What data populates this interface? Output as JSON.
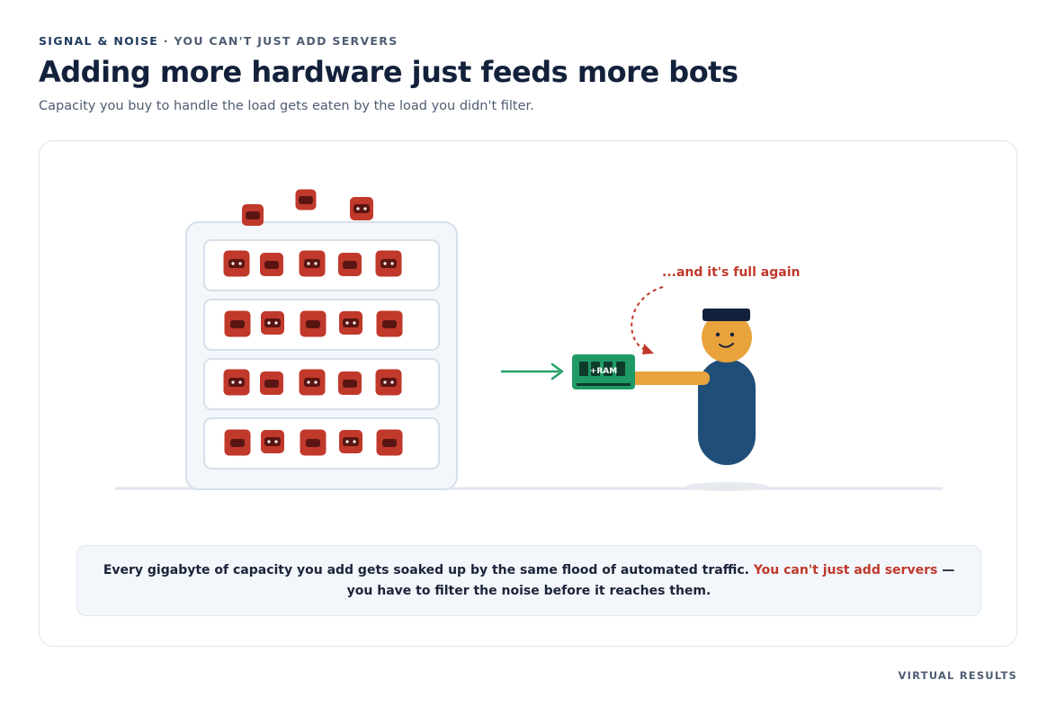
{
  "header": {
    "eyebrow_primary": "SIGNAL & NOISE",
    "eyebrow_separator": "·",
    "eyebrow_secondary": "YOU CAN'T JUST ADD SERVERS",
    "title": "Adding more hardware just feeds more bots",
    "subtitle": "Capacity you buy to handle the load gets eaten by the load you didn't filter."
  },
  "diagram": {
    "ram_label": "+RAM",
    "annotation": "...and it's full again",
    "server_rows": 4,
    "bots_per_row": 5,
    "overflow_bots": 3
  },
  "caption": {
    "part1": "Every gigabyte of capacity you add gets soaked up by the same flood of automated traffic.",
    "highlight": "You can't just add servers",
    "part2": "— you have to filter the noise before it reaches them."
  },
  "footer": {
    "brand": "VIRTUAL RESULTS"
  },
  "colors": {
    "bot": "#c0392b",
    "bot_face": "#5a1512",
    "server_frame": "#f3f6fb",
    "server_border": "#d6dfea",
    "arrow": "#27a06a",
    "ram": "#1f9a66",
    "person_body": "#1f4e79",
    "person_head": "#e8a33d",
    "person_hat": "#14213d",
    "annotation": "#c0392b"
  }
}
